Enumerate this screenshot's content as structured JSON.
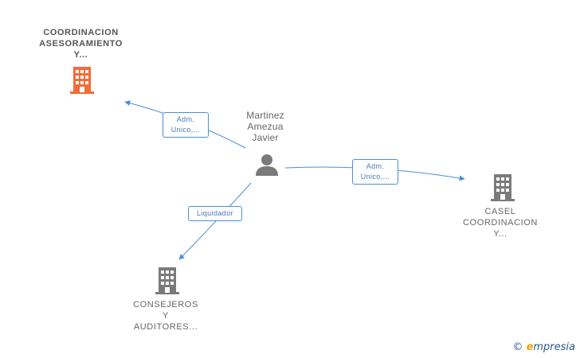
{
  "nodes": {
    "company_main": {
      "line1": "COORDINACION",
      "line2": "ASESORAMIENTO",
      "line3": "Y...",
      "color": "#f26b3a"
    },
    "person": {
      "line1": "Martinez",
      "line2": "Amezua",
      "line3": "Javier"
    },
    "company_casel": {
      "line1": "CASEL",
      "line2": "COORDINACION",
      "line3": "Y..."
    },
    "company_consejeros": {
      "line1": "CONSEJEROS",
      "line2": "Y",
      "line3": "AUDITORES..."
    }
  },
  "edges": {
    "to_main": {
      "line1": "Adm.",
      "line2": "Unico,..."
    },
    "to_casel": {
      "line1": "Adm.",
      "line2": "Unico,..."
    },
    "to_consejeros": {
      "line1": "Liquidador"
    }
  },
  "footer": {
    "copyright": "©",
    "brand_initial": "e",
    "brand_rest": "mpresia"
  },
  "colors": {
    "edge": "#4a90d9",
    "building_gray": "#7a7a7a",
    "person_gray": "#7a7a7a"
  }
}
